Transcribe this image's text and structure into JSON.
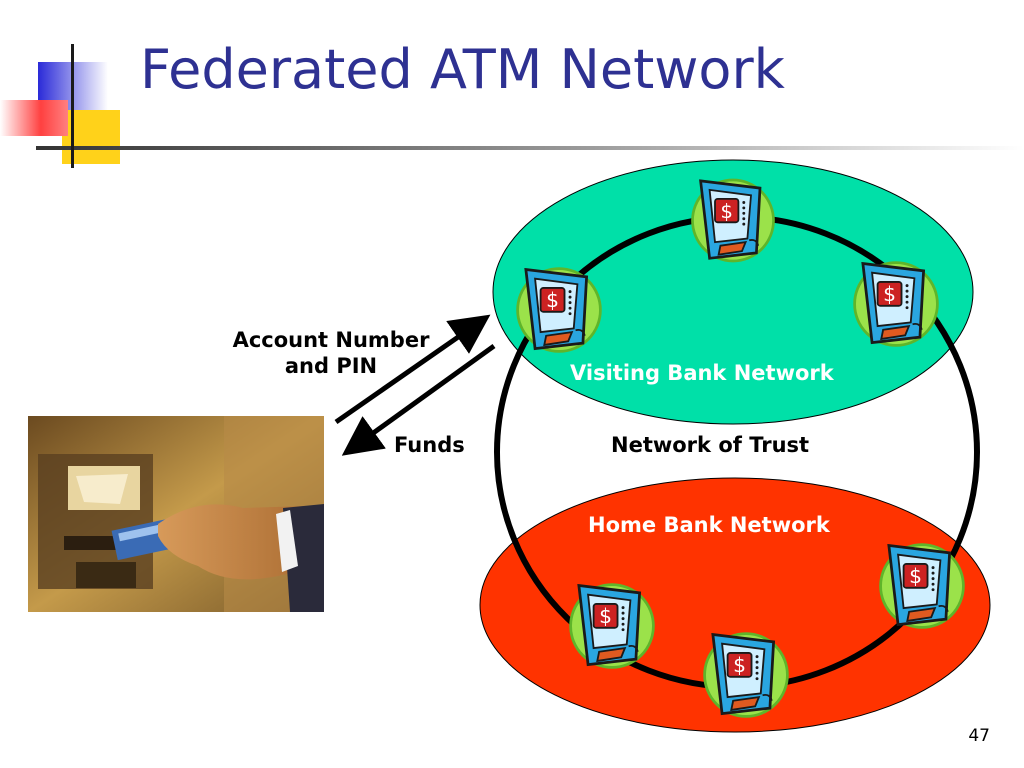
{
  "slide": {
    "title": "Federated ATM Network",
    "page_number": "47"
  },
  "diagram": {
    "arrow_request_label_line1": "Account Number",
    "arrow_request_label_line2": "and PIN",
    "arrow_response_label": "Funds",
    "visiting_network_label": "Visiting Bank Network",
    "home_network_label": "Home Bank Network",
    "trust_label": "Network of Trust",
    "visiting_network_color": "#00e0a8",
    "home_network_color": "#ff3300",
    "title_color": "#2e3192"
  }
}
